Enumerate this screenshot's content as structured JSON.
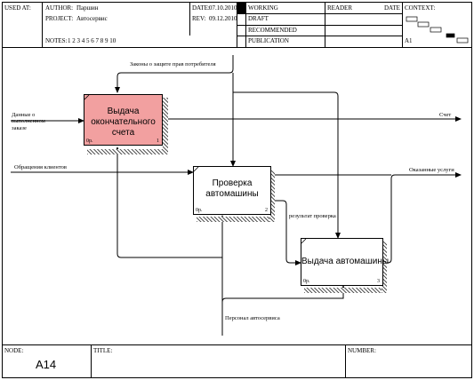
{
  "header": {
    "used_at_label": "USED AT:",
    "author_label": "AUTHOR:",
    "author_value": "Паршин",
    "project_label": "PROJECT:",
    "project_value": "Автосервис",
    "date_label": "DATE:",
    "date_value": "07.10.2010",
    "rev_label": "REV:",
    "rev_value": "09.12.2010",
    "notes_label": "NOTES:",
    "notes_value": "1  2  3  4  5  6  7  8  9  10",
    "status": [
      "WORKING",
      "DRAFT",
      "RECOMMENDED",
      "PUBLICATION"
    ],
    "reader_label": "READER",
    "reader_date_label": "DATE",
    "context_label": "CONTEXT:",
    "context_node": "A1"
  },
  "diagram": {
    "boxes": [
      {
        "id": "box-1",
        "title": "Выдача окончательного счета",
        "cost": "0р.",
        "number": "1",
        "fill": "#f2a0a0"
      },
      {
        "id": "box-2",
        "title": "Проверка автомашины",
        "cost": "0р.",
        "number": "2",
        "fill": "#ffffff"
      },
      {
        "id": "box-3",
        "title": "Выдача автомашины",
        "cost": "0р.",
        "number": "3",
        "fill": "#ffffff"
      }
    ],
    "arrows": {
      "input_order_data": "Данные о выполненном заказе",
      "input_clients": "Обращения клиентов",
      "control_law": "Законы о защите прав потребителя",
      "output_bill": "Счет",
      "output_services": "Оказанные услуги",
      "check_result": "результат проверка",
      "mechanism_staff": "Персонал автосервиса"
    }
  },
  "footer": {
    "node_label": "NODE:",
    "node_value": "A14",
    "title_label": "TITLE:",
    "number_label": "NUMBER:"
  }
}
